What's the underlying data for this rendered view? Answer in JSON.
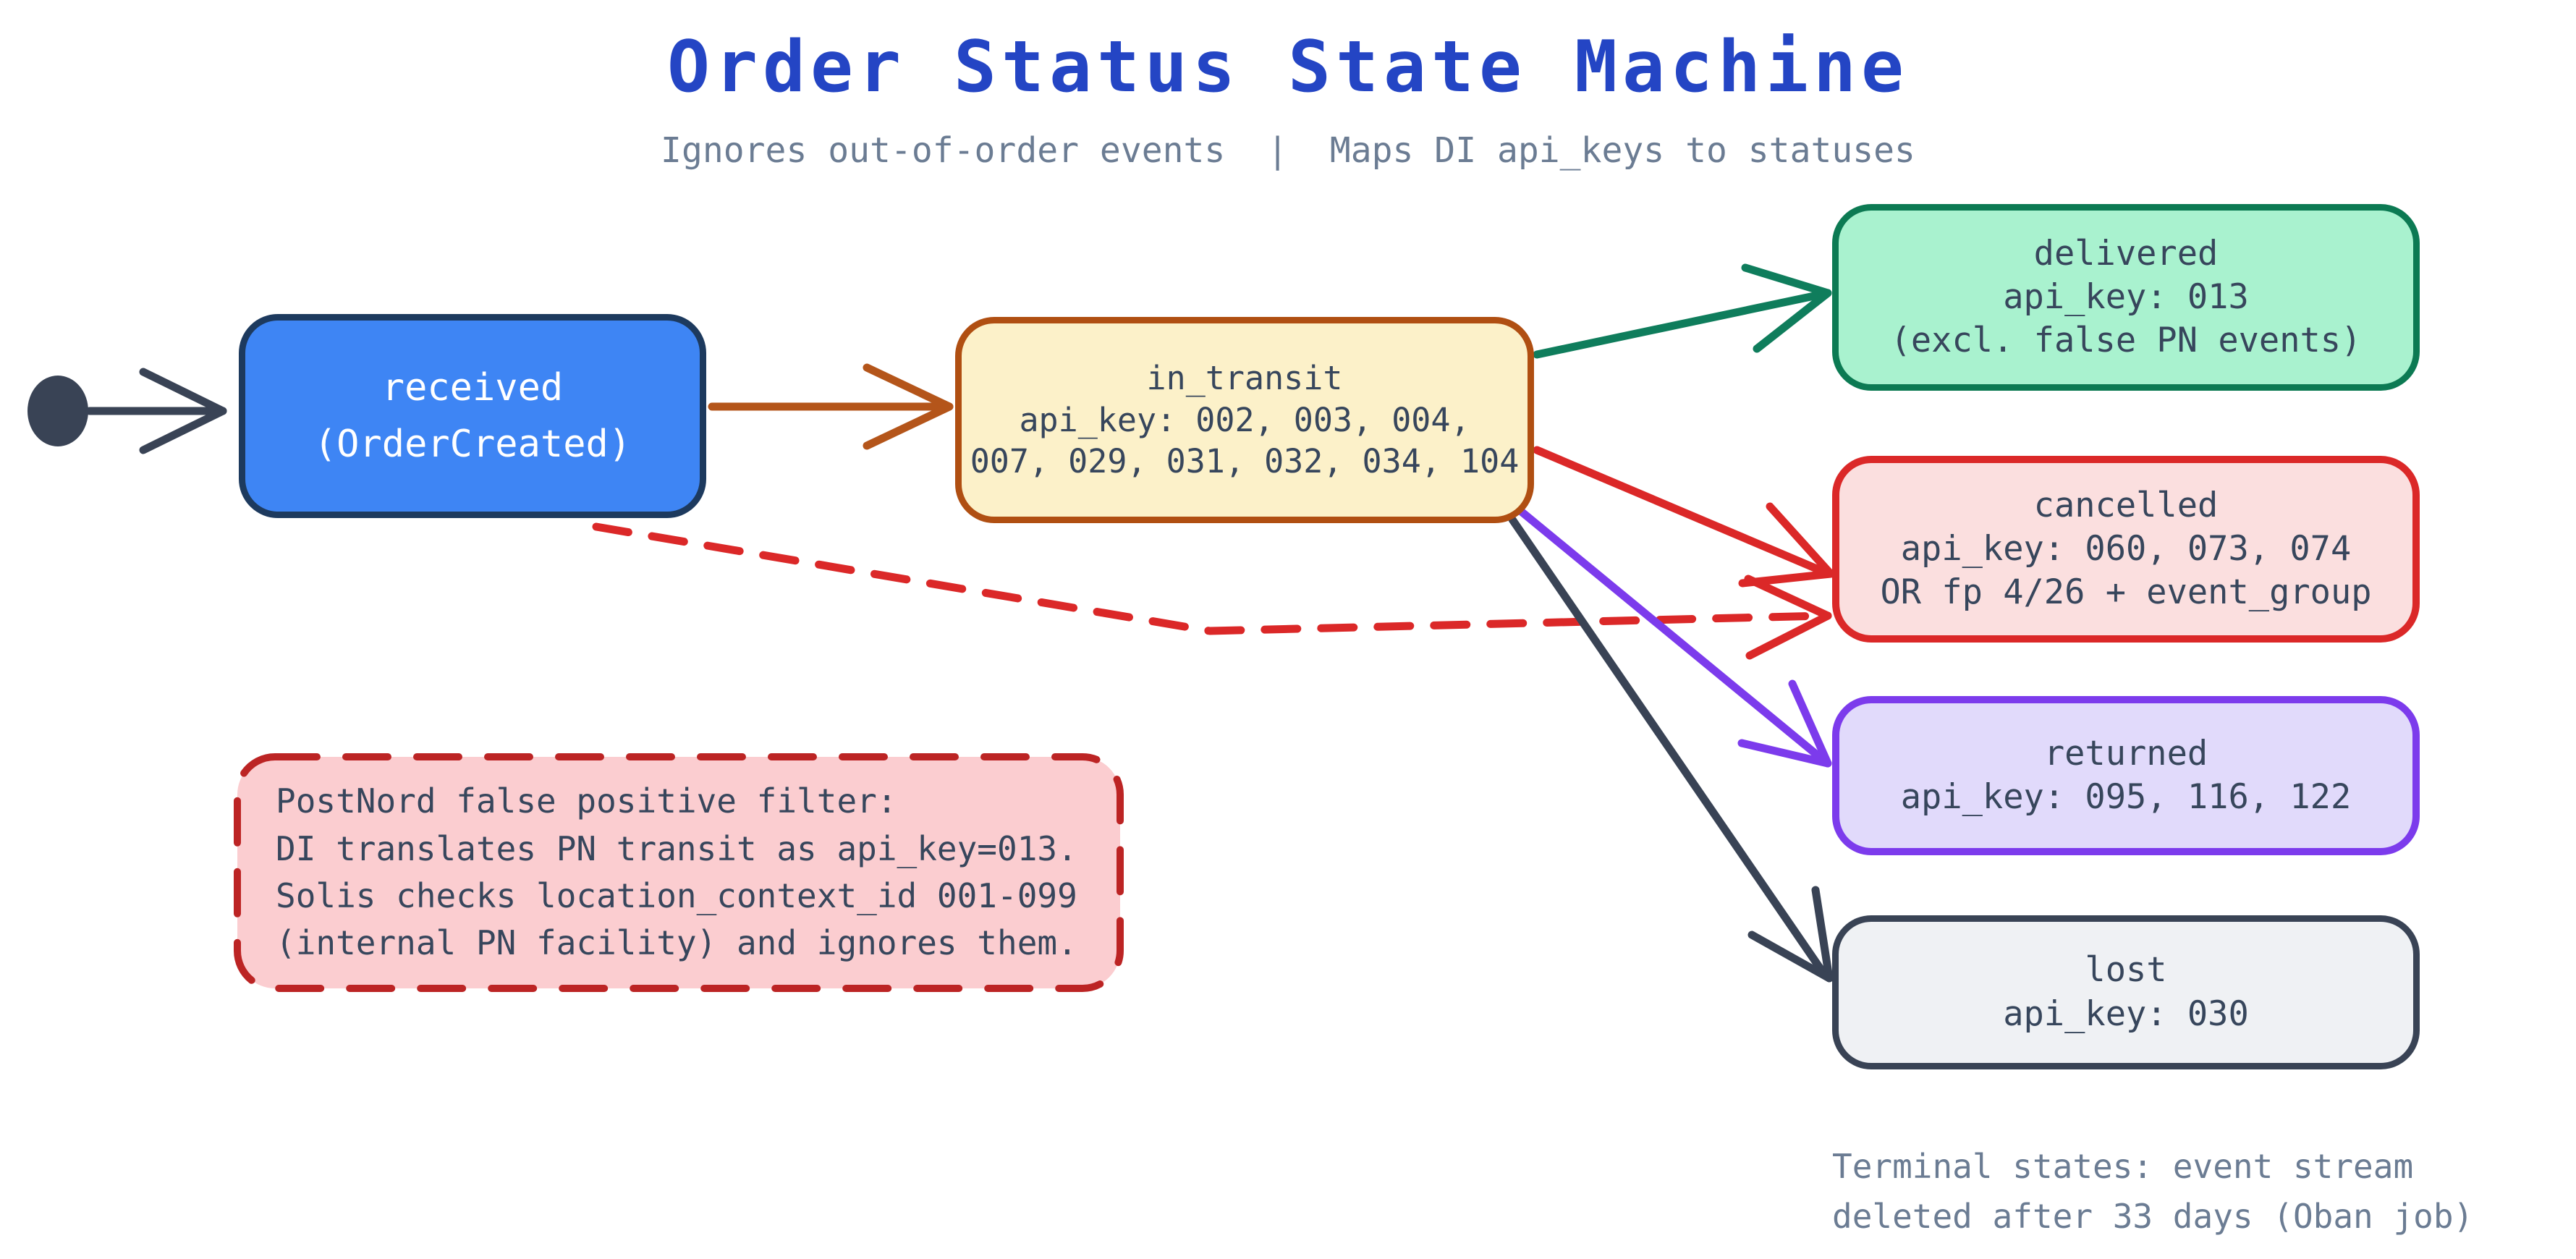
{
  "title": "Order Status State Machine",
  "subtitle": "Ignores out-of-order events  |  Maps DI api_keys to statuses",
  "states": {
    "received": {
      "lines": [
        "received",
        "(OrderCreated)"
      ]
    },
    "in_transit": {
      "lines": [
        "in_transit",
        "api_key: 002, 003, 004,",
        "007, 029, 031, 032, 034, 104"
      ]
    },
    "delivered": {
      "lines": [
        "delivered",
        "api_key: 013",
        "(excl. false PN events)"
      ]
    },
    "cancelled": {
      "lines": [
        "cancelled",
        "api_key: 060, 073, 074",
        "OR fp 4/26 + event_group"
      ]
    },
    "returned": {
      "lines": [
        "returned",
        "api_key: 095, 116, 122"
      ]
    },
    "lost": {
      "lines": [
        "lost",
        "api_key: 030"
      ]
    }
  },
  "note": {
    "lines": [
      "PostNord false positive filter:",
      "DI translates PN transit as api_key=013.",
      "Solis checks location_context_id 001-099",
      "(internal PN facility) and ignores them."
    ]
  },
  "footnote": {
    "lines": [
      "Terminal states: event stream",
      "deleted after 33 days (Oban job)"
    ]
  },
  "colors": {
    "background": "#FFFFFF",
    "title": "#2445C4",
    "muted_text": "#6B7C93",
    "box_text": "#37465C",
    "received_fill": "#3E85F4",
    "received_border": "#1D3A5E",
    "received_text": "#FFFFFF",
    "in_transit_fill": "#FCF1C9",
    "in_transit_border": "#B04F12",
    "delivered_fill": "#A9F2CF",
    "delivered_border": "#0C7A53",
    "cancelled_fill": "#FBDFDF",
    "cancelled_border": "#DB2828",
    "returned_fill": "#E1DAFB",
    "returned_border": "#7C3BEC",
    "lost_fill": "#EFF1F4",
    "lost_border": "#394355",
    "note_fill": "#FBCDD0",
    "note_border": "#BC2424",
    "arrow_dark": "#394355",
    "arrow_orange": "#B4551A",
    "arrow_green": "#0F7D5C",
    "arrow_red": "#DB2828",
    "arrow_purple": "#7C3BEC"
  }
}
